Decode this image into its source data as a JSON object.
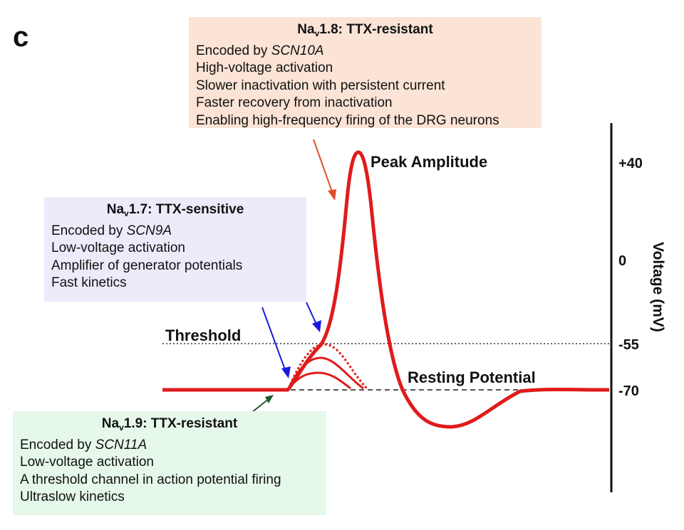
{
  "panel_letter": "c",
  "boxes": {
    "nav18": {
      "title_main": "Na",
      "title_sub": "v",
      "title_rest": "1.8: TTX-resistant",
      "line1_prefix": "Encoded by ",
      "line1_gene": "SCN10A",
      "line2": "High-voltage activation",
      "line3": "Slower inactivation with persistent current",
      "line4": "Faster recovery from inactivation",
      "line5": "Enabling high-frequency firing of the DRG neurons",
      "color": "#fbe3d6"
    },
    "nav17": {
      "title_main": "Na",
      "title_sub": "v",
      "title_rest": "1.7: TTX-sensitive",
      "line1_prefix": "Encoded by ",
      "line1_gene": "SCN9A",
      "line2": "Low-voltage activation",
      "line3": "Amplifier of generator potentials",
      "line4": "Fast kinetics",
      "color": "#ecebfa"
    },
    "nav19": {
      "title_main": "Na",
      "title_sub": "v",
      "title_rest": "1.9: TTX-resistant",
      "line1_prefix": "Encoded by ",
      "line1_gene": "SCN11A",
      "line2": "Low-voltage activation",
      "line3": "A threshold channel in action potential firing",
      "line4": "Ultraslow kinetics",
      "color": "#e6f8e9"
    }
  },
  "labels": {
    "peak": "Peak Amplitude",
    "threshold": "Threshold",
    "resting": "Resting Potential",
    "axis_title": "Voltage (mV)"
  },
  "axis_ticks": [
    "+40",
    "0",
    "-55",
    "-70"
  ],
  "colors": {
    "trace": "#e01b1b",
    "arrow_nav18": "#e0502a",
    "arrow_nav17": "#1a1adf",
    "arrow_nav19": "#1f5a2a",
    "guide": "#666666"
  }
}
